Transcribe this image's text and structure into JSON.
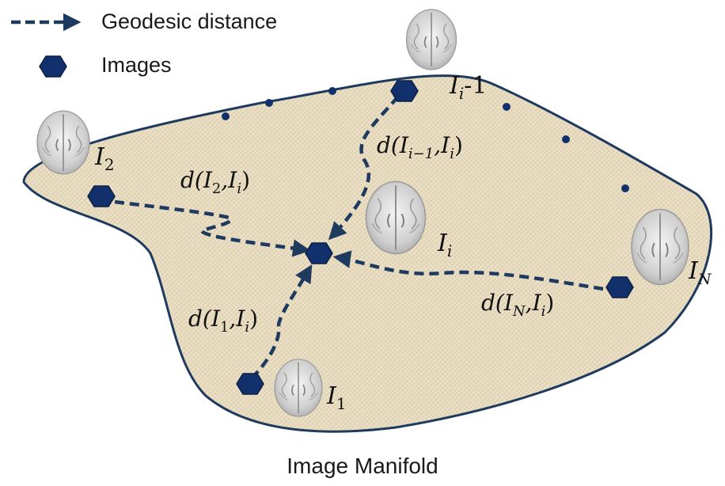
{
  "legend": {
    "geodesic_label": "Geodesic distance",
    "images_label": "Images"
  },
  "caption": "Image Manifold",
  "nodes": {
    "i_minus_1": {
      "base": "I",
      "sub": "i",
      "tail": "-1"
    },
    "two": {
      "base": "I",
      "sub": "2"
    },
    "i": {
      "base": "I",
      "sub": "i"
    },
    "one": {
      "base": "I",
      "sub": "1"
    },
    "n": {
      "base": "I",
      "sub": "N"
    }
  },
  "distances": {
    "d_2": {
      "prefix": "d(I",
      "s1": "2",
      "mid": ",I",
      "s2": "i",
      "suffix": ")"
    },
    "d_i_minus_1": {
      "prefix": "d(I",
      "s1": "i−1",
      "mid": ",I",
      "s2": "i",
      "suffix": ")"
    },
    "d_1": {
      "prefix": "d(I",
      "s1": "1",
      "mid": ",I",
      "s2": "i",
      "suffix": ")"
    },
    "d_n": {
      "prefix": "d(I",
      "s1": "N",
      "mid": ",I",
      "s2": "i",
      "suffix": ")"
    }
  },
  "colors": {
    "manifold_fill": "#e8dcc0",
    "manifold_stroke": "#1f3a5f",
    "node_fill": "#12306b",
    "arrow": "#1f3a5f"
  }
}
